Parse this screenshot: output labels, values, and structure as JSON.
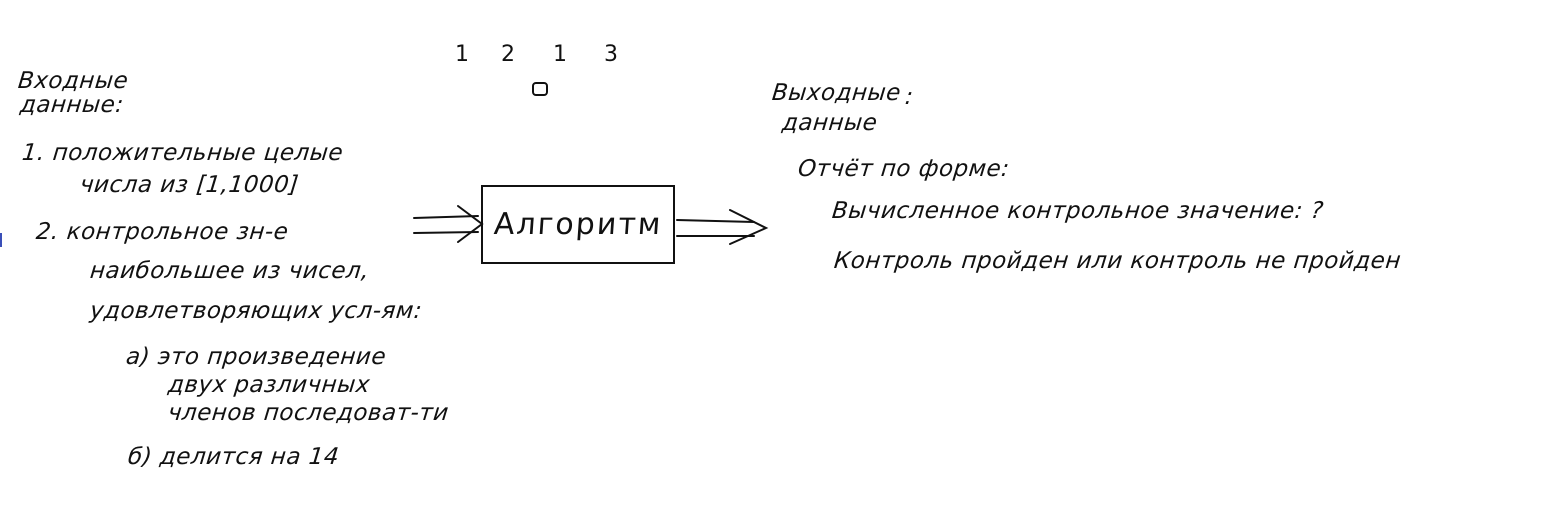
{
  "sequence": {
    "numbers": [
      "1",
      "2",
      "1",
      "3"
    ],
    "marker_icon": "small-rectangle-icon"
  },
  "input": {
    "title_line1": "Входные",
    "title_line2": "данные:",
    "item1_line1": "1. положительные целые",
    "item1_line2": "числа из [1,1000]",
    "item2_line1": "2. контрольное зн-е",
    "item2_line2": "наибольшее из чисел,",
    "item2_line3": "удовлетворяющих усл-ям:",
    "cond_a_line1": "а) это произведение",
    "cond_a_line2": "двух различных",
    "cond_a_line3": "членов последоват-ти",
    "cond_b": "б) делится на 14"
  },
  "algorithm": {
    "label": "Алгоритм"
  },
  "output": {
    "title_line1": "Выходные",
    "title_line2": "данные",
    "colon": ":",
    "report_title": "Отчёт по форме:",
    "computed_value": "Вычисленное контрольное значение: ?",
    "result": "Контроль пройден или контроль не пройден"
  },
  "colors": {
    "ink": "#111111",
    "edge_mark": "#3a4fb8"
  }
}
